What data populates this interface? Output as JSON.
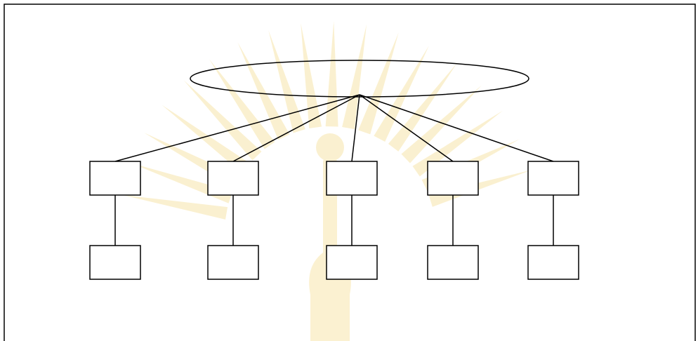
{
  "diagram": {
    "type": "hierarchy",
    "root": {
      "shape": "ellipse",
      "label": ""
    },
    "branches": [
      {
        "top": {
          "shape": "rectangle",
          "label": ""
        },
        "bottom": {
          "shape": "rectangle",
          "label": ""
        }
      },
      {
        "top": {
          "shape": "rectangle",
          "label": ""
        },
        "bottom": {
          "shape": "rectangle",
          "label": ""
        }
      },
      {
        "top": {
          "shape": "rectangle",
          "label": ""
        },
        "bottom": {
          "shape": "rectangle",
          "label": ""
        }
      },
      {
        "top": {
          "shape": "rectangle",
          "label": ""
        },
        "bottom": {
          "shape": "rectangle",
          "label": ""
        }
      },
      {
        "top": {
          "shape": "rectangle",
          "label": ""
        },
        "bottom": {
          "shape": "rectangle",
          "label": ""
        }
      }
    ]
  },
  "colors": {
    "stroke": "#000000",
    "fill": "#ffffff",
    "background": "#ffffff",
    "watermark": "#f3d77a"
  },
  "watermark": {
    "kind": "university-seal",
    "visible": true
  }
}
